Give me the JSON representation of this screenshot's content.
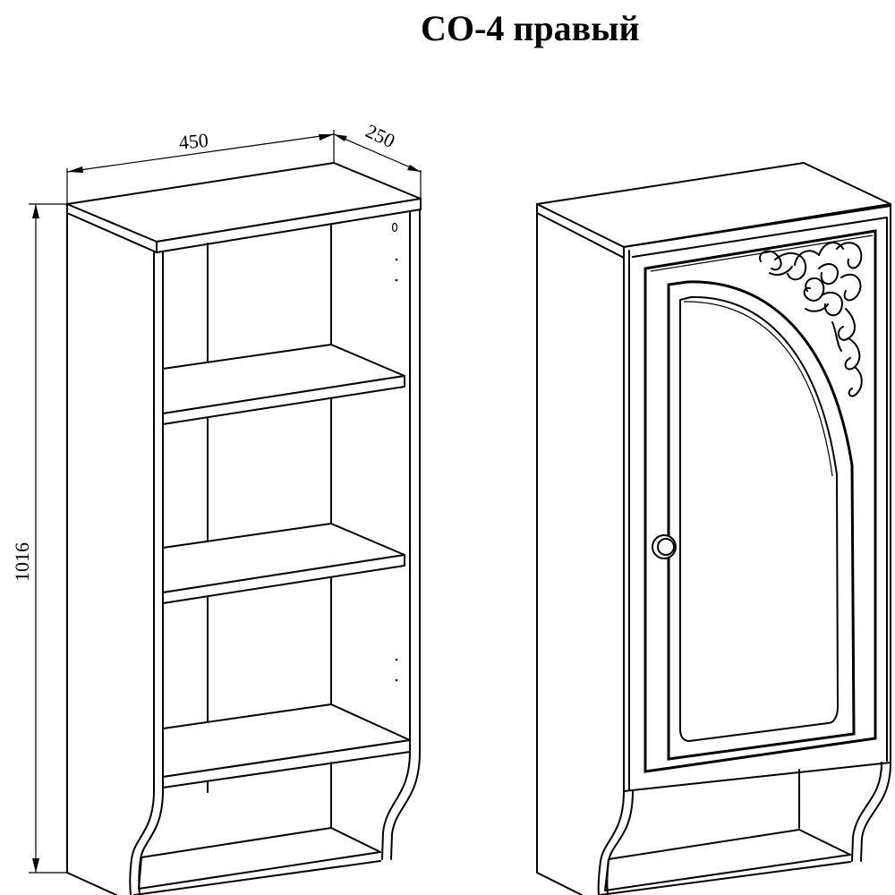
{
  "title": "СО-4 правый",
  "dimensions": {
    "width": "450",
    "depth": "250",
    "height": "1016"
  },
  "views": [
    {
      "name": "open-view",
      "description": "Cabinet without door, showing 3 shelves and bottom niche"
    },
    {
      "name": "closed-view",
      "description": "Cabinet with right-hinged arched door and floral ornament"
    }
  ],
  "colors": {
    "line": "#000000",
    "background": "#ffffff"
  }
}
